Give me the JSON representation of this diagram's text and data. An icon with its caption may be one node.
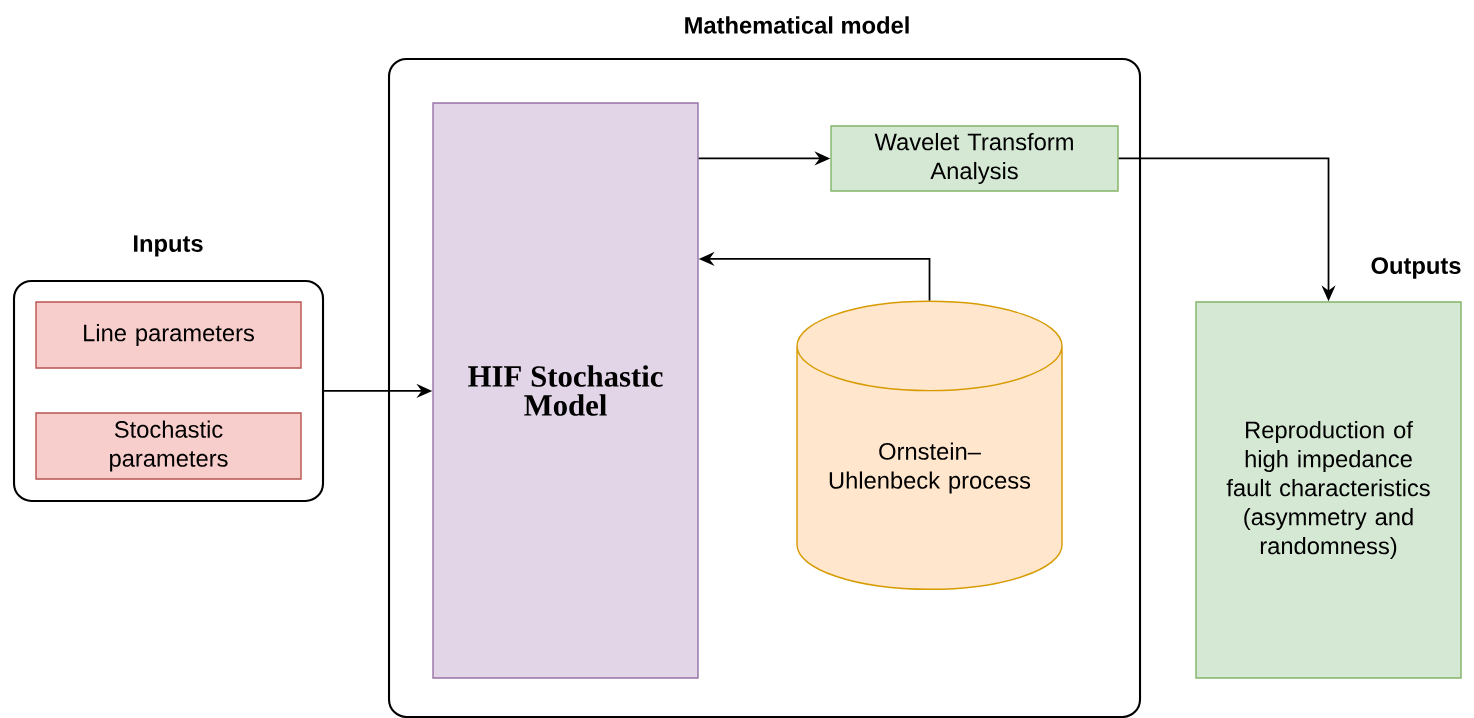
{
  "diagram": {
    "nodes": [
      {
        "text": [
          "Inputs"
        ]
      },
      {
        "text": [
          "Line parameters"
        ],
        "in": 0
      },
      {
        "text": [
          "Stochastic parameters"
        ],
        "in": 0
      },
      {
        "text": [
          "Mathematical model"
        ]
      },
      {
        "text": [
          "HIF Stochastic Model"
        ],
        "in": 3
      },
      {
        "text": [
          "Wavelet Transform Analysis"
        ],
        "in": 3
      },
      {
        "text": [
          "Ornstein–Uhlenbeck process"
        ],
        "in": 3
      },
      {
        "text": [
          "Outputs",
          "Reproduction of high impedance fault characteristics (asymmetry and randomness)"
        ]
      }
    ],
    "edges": [
      {
        "from": 0,
        "to": 4,
        "arrow": "to"
      },
      {
        "from": 4,
        "to": 5,
        "arrow": "to"
      },
      {
        "from": 6,
        "to": 4,
        "arrow": "to"
      },
      {
        "from": 5,
        "to": 7,
        "arrow": "to"
      }
    ]
  }
}
